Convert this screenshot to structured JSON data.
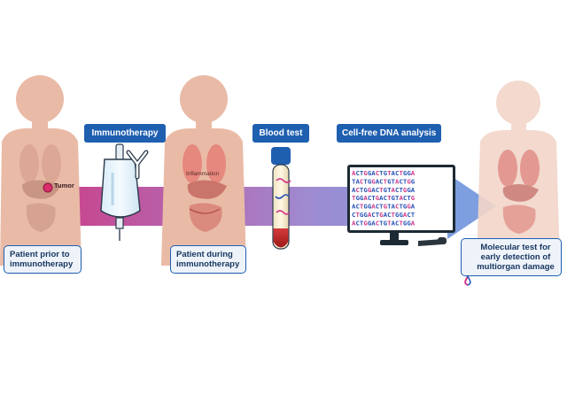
{
  "steps": {
    "immunotherapy": "Immunotherapy",
    "blood_test": "Blood test",
    "cfdna_analysis": "Cell-free DNA analysis"
  },
  "labels": {
    "tumor": "Tumor",
    "inflammation": "Inflammation"
  },
  "captions": {
    "prior": [
      "Patient prior to",
      "immunotherapy"
    ],
    "during": [
      "Patient during",
      "immunotherapy"
    ],
    "molecular": [
      "Molecular test for",
      "early detection of",
      "multiorgan damage"
    ]
  },
  "monitor_dna_lines": [
    "ACTGGACTGTACTGGA",
    "TACTGGACTGTACTGG",
    "ACTGGACTGTACTGGA",
    "TGGACTGACTGTACTG",
    "ACTGGACTGTACTGGA",
    "CTGGACTGACTGGACT",
    "ACTGGACTGTACTGGA"
  ],
  "colors": {
    "label_bg": "#1f5fb0",
    "caption_border": "#1f5fb0",
    "arrow_start": "#cc3d85",
    "arrow_end": "#7d9fe0",
    "body_skin": "#e9bba7",
    "dna_pink": "#d23a8c",
    "dna_blue": "#2a56b8"
  }
}
